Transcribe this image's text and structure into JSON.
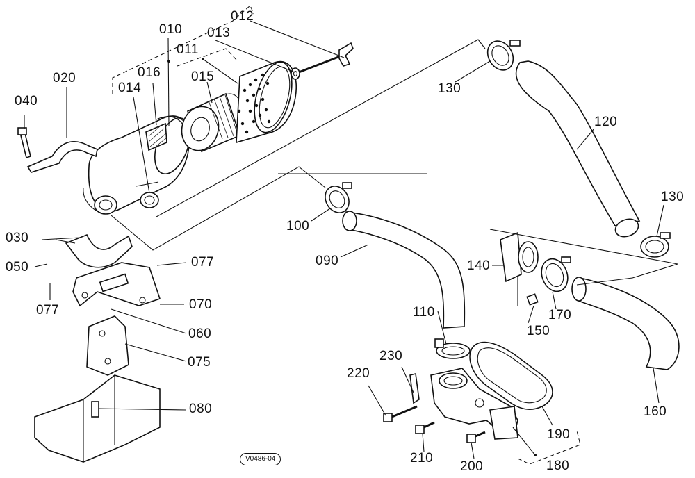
{
  "callouts": [
    {
      "id": "c012",
      "text": "012"
    },
    {
      "id": "c010",
      "text": "010"
    },
    {
      "id": "c013",
      "text": "013"
    },
    {
      "id": "c011",
      "text": "011"
    },
    {
      "id": "c020",
      "text": "020"
    },
    {
      "id": "c016",
      "text": "016"
    },
    {
      "id": "c015",
      "text": "015"
    },
    {
      "id": "c014",
      "text": "014"
    },
    {
      "id": "c040",
      "text": "040"
    },
    {
      "id": "c130a",
      "text": "130"
    },
    {
      "id": "c120",
      "text": "120"
    },
    {
      "id": "c130b",
      "text": "130"
    },
    {
      "id": "c100",
      "text": "100"
    },
    {
      "id": "c030",
      "text": "030"
    },
    {
      "id": "c050",
      "text": "050"
    },
    {
      "id": "c077a",
      "text": "077"
    },
    {
      "id": "c090",
      "text": "090"
    },
    {
      "id": "c140",
      "text": "140"
    },
    {
      "id": "c077b",
      "text": "077"
    },
    {
      "id": "c070",
      "text": "070"
    },
    {
      "id": "c060",
      "text": "060"
    },
    {
      "id": "c110",
      "text": "110"
    },
    {
      "id": "c150",
      "text": "150"
    },
    {
      "id": "c170",
      "text": "170"
    },
    {
      "id": "c075",
      "text": "075"
    },
    {
      "id": "c230",
      "text": "230"
    },
    {
      "id": "c220",
      "text": "220"
    },
    {
      "id": "c080",
      "text": "080"
    },
    {
      "id": "c160",
      "text": "160"
    },
    {
      "id": "c190",
      "text": "190"
    },
    {
      "id": "c210",
      "text": "210"
    },
    {
      "id": "c200",
      "text": "200"
    },
    {
      "id": "c180",
      "text": "180"
    }
  ],
  "drawing_code": "V0486-04"
}
